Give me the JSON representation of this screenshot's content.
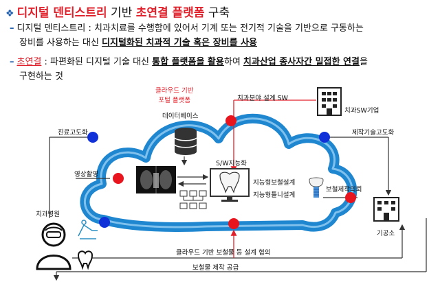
{
  "header": {
    "diamond": "❖",
    "title_a": "디지털 덴티스트리",
    "title_b": " 기반 ",
    "title_c": "초연결 플랫폼",
    "title_d": " 구축"
  },
  "bullets": {
    "b1": {
      "dash": "–",
      "line1": "디지털 덴티스트리 : 치과치료를 수행함에 있어서 기계 또는 전기적 기술을 기반으로 구동하는",
      "line2_a": "장비를 사용하는 대신 ",
      "line2_b": "디지털화된 치과적 기술 혹은 장비를 사용"
    },
    "b2": {
      "dash": "–",
      "term": "초연결",
      "t1": " : 파편화된 디지털 기술 대신 ",
      "u1": "통합 플랫폼을 활용",
      "t2": "하여 ",
      "u2": "치과산업 종사자간 밀접한 연결",
      "t3": "을",
      "line2": "구현하는 것"
    }
  },
  "diagram": {
    "cloud_platform_line1": "클라우드 기반",
    "cloud_platform_line2": "포털 플랫폼",
    "database": "데이터베이스",
    "dental_sw": "치과분야 설계 SW",
    "dental_sw_company": "치과SW기업",
    "clinic_advance": "진료고도화",
    "manufacturing_advance": "제작기술고도화",
    "imaging": "영상촬영",
    "sw_intelligence": "S/W지능화",
    "smart_prosthesis_design": "지능형보철설계",
    "smart_alignment_design": "지능형틀니설계",
    "prosthesis_request": "보철제작의뢰",
    "dental_clinic": "치과병원",
    "dental_lab": "기공소",
    "cloud_consult": "클라우드 기반 보철물 등 설계 협의",
    "prosthesis_supply": "보철물 제작 공급",
    "colors": {
      "cloud": "#1f86d0",
      "red_dot": "#e8141e",
      "blue_dot": "#1030d8",
      "accent_red": "#e0202a"
    }
  }
}
